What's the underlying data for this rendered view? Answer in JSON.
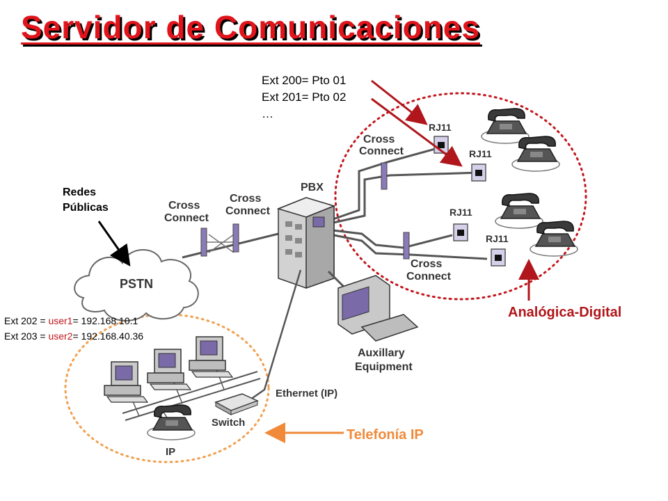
{
  "title": "Servidor de Comunicaciones",
  "analog_extensions": [
    "Ext 200= Pto 01",
    "Ext 201= Pto 02",
    "…"
  ],
  "ip_extensions": [
    {
      "prefix": "Ext 202 = ",
      "user": "user1",
      "suffix": "= 192.168.10.1"
    },
    {
      "prefix": "Ext 203 = ",
      "user": "user2",
      "suffix": "= 192.168.40.36"
    }
  ],
  "labels": {
    "redes_publicas": [
      "Redes",
      "Públicas"
    ],
    "pstn": "PSTN",
    "cross_connect": [
      "Cross",
      "Connect"
    ],
    "pbx": "PBX",
    "rj11": "RJ11",
    "auxiliary": [
      "Auxillary",
      "Equipment"
    ],
    "ethernet": "Ethernet (IP)",
    "switch": "Switch",
    "ip": "IP"
  },
  "categories": {
    "analog_digital": "Analógica-Digital",
    "ip_telephony": "Telefonía IP"
  },
  "colors": {
    "title": "#e0141b",
    "analog_circle": "#c4161c",
    "ip_circle": "#f0a050",
    "analog_label": "#b0161b",
    "ip_label": "#f08a3a",
    "user_highlight": "#c0161b"
  }
}
